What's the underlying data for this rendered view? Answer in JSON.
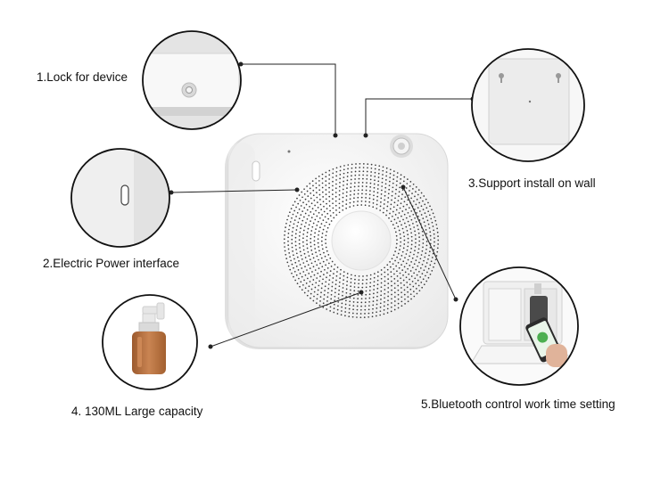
{
  "labels": {
    "lock": "1.Lock for device",
    "power": "2.Electric Power interface",
    "wall": "3.Support install on wall",
    "capacity": "4. 130ML Large capacity",
    "bluetooth": "5.Bluetooth control work time setting"
  },
  "colors": {
    "line": "#222222",
    "device_body": "#f6f6f6",
    "device_edge": "#d6d6d6",
    "speaker_dots": "#3a3a3a",
    "bottle": "#b87040",
    "phone_screen": "#4caf50"
  }
}
